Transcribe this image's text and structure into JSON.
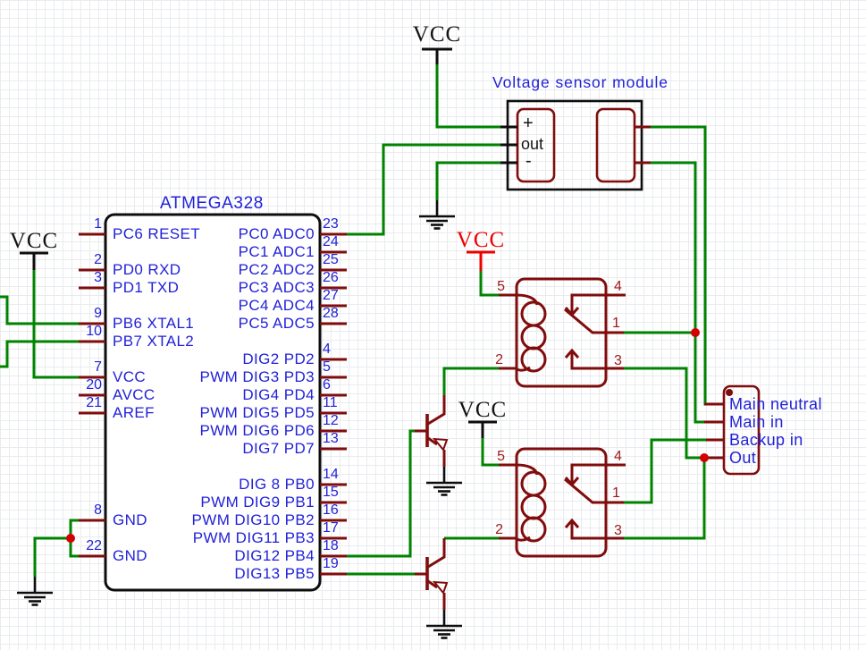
{
  "colors": {
    "wire_green": "#008400",
    "component_maroon": "#800c0c",
    "text_blue": "#2121d8",
    "net_red": "#ee0000",
    "junction_red": "#d40000",
    "black": "#0d0d0d"
  },
  "chip": {
    "title": "ATMEGA328",
    "left_pins": [
      {
        "num": "1",
        "label": "PC6 RESET"
      },
      {
        "num": "2",
        "label": "PD0 RXD"
      },
      {
        "num": "3",
        "label": "PD1 TXD"
      },
      {
        "num": "9",
        "label": "PB6 XTAL1"
      },
      {
        "num": "10",
        "label": "PB7 XTAL2"
      },
      {
        "num": "7",
        "label": "VCC"
      },
      {
        "num": "20",
        "label": "AVCC"
      },
      {
        "num": "21",
        "label": "AREF"
      },
      {
        "num": "8",
        "label": "GND"
      },
      {
        "num": "22",
        "label": "GND"
      }
    ],
    "right_pins": [
      {
        "num": "23",
        "label": "PC0 ADC0"
      },
      {
        "num": "24",
        "label": "PC1 ADC1"
      },
      {
        "num": "25",
        "label": "PC2 ADC2"
      },
      {
        "num": "26",
        "label": "PC3 ADC3"
      },
      {
        "num": "27",
        "label": "PC4 ADC4"
      },
      {
        "num": "28",
        "label": "PC5 ADC5"
      },
      {
        "num": "4",
        "label": "DIG2 PD2"
      },
      {
        "num": "5",
        "label": "PWM DIG3 PD3"
      },
      {
        "num": "6",
        "label": "DIG4 PD4"
      },
      {
        "num": "11",
        "label": "PWM DIG5 PD5"
      },
      {
        "num": "12",
        "label": "PWM DIG6 PD6"
      },
      {
        "num": "13",
        "label": "DIG7 PD7"
      },
      {
        "num": "14",
        "label": "DIG 8 PB0"
      },
      {
        "num": "15",
        "label": "PWM DIG9 PB1"
      },
      {
        "num": "16",
        "label": "PWM DIG10 PB2"
      },
      {
        "num": "17",
        "label": "PWM DIG11 PB3"
      },
      {
        "num": "18",
        "label": "DIG12 PB4"
      },
      {
        "num": "19",
        "label": "DIG13 PB5"
      }
    ]
  },
  "sensor": {
    "title": "Voltage sensor module",
    "plus": "+",
    "out": "out",
    "minus": "-"
  },
  "relay1": {
    "p5": "5",
    "p2": "2",
    "p4": "4",
    "p1": "1",
    "p3": "3"
  },
  "relay2": {
    "p5": "5",
    "p2": "2",
    "p4": "4",
    "p1": "1",
    "p3": "3"
  },
  "connector": {
    "labels": [
      "Main neutral",
      "Main in",
      "Backup in",
      "Out"
    ]
  },
  "power": {
    "vcc": "VCC"
  }
}
